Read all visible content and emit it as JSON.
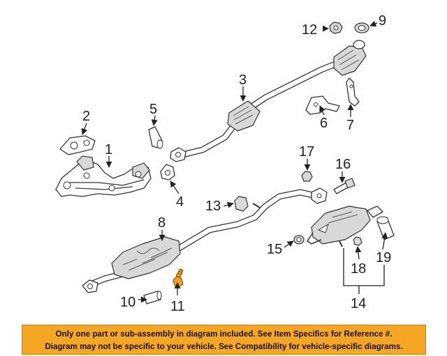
{
  "callouts": {
    "c1": "1",
    "c2": "2",
    "c3": "3",
    "c4": "4",
    "c5": "5",
    "c6": "6",
    "c7": "7",
    "c8": "8",
    "c9": "9",
    "c10": "10",
    "c11": "11",
    "c12": "12",
    "c13": "13",
    "c14": "14",
    "c15": "15",
    "c16": "16",
    "c17": "17",
    "c18": "18",
    "c19": "19"
  },
  "colors": {
    "highlight_part": "#f0a020",
    "banner": "#f5a623"
  },
  "disclaimer": {
    "line1": "Only one part or sub-assembly in diagram included. See Item Specifics for Reference #.",
    "line2": "Diagram may not be specific to your vehicle. See Compatibility for vehicle-specific diagrams."
  }
}
